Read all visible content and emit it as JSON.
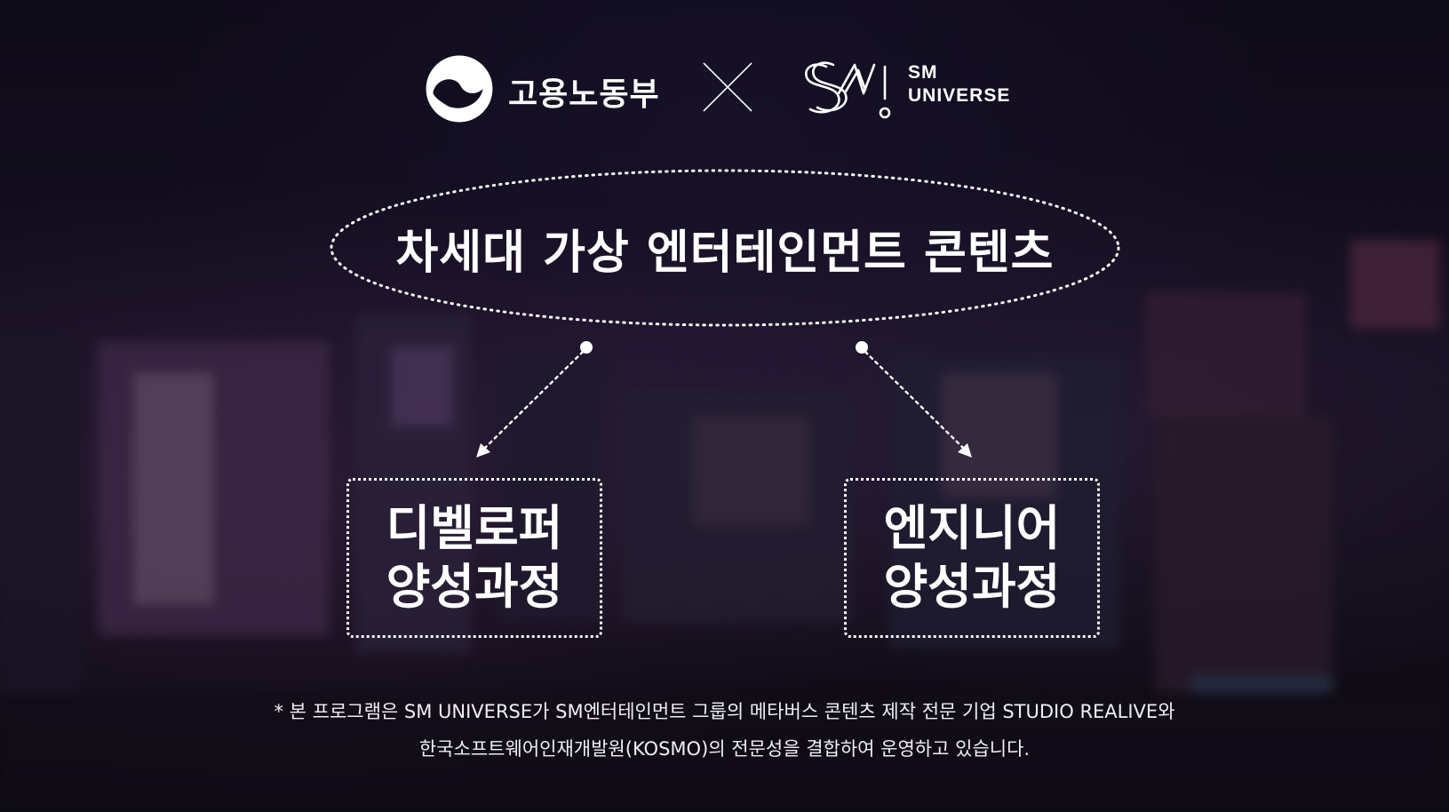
{
  "logos": {
    "moel_text": "고용노동부",
    "moel_emblem_icon": "taegeuk-emblem-icon",
    "collab_icon": "cross-icon",
    "sm_logo_icon": "sm-logo-icon",
    "sm_line1": "SM",
    "sm_line2": "UNIVERSE"
  },
  "headline": "차세대 가상 엔터테인먼트 콘텐츠",
  "courses": [
    {
      "line1": "디벨로퍼",
      "line2": "양성과정"
    },
    {
      "line1": "엔지니어",
      "line2": "양성과정"
    }
  ],
  "footnote": {
    "line1": "* 본 프로그램은 SM UNIVERSE가 SM엔터테인먼트 그룹의 메타버스 콘텐츠 제작 전문 기업 STUDIO REALIVE와",
    "line2": "한국소프트웨어인재개발원(KOSMO)의 전문성을 결합하여 운영하고 있습니다."
  },
  "colors": {
    "background": "#120e1f",
    "foreground": "#ffffff"
  }
}
